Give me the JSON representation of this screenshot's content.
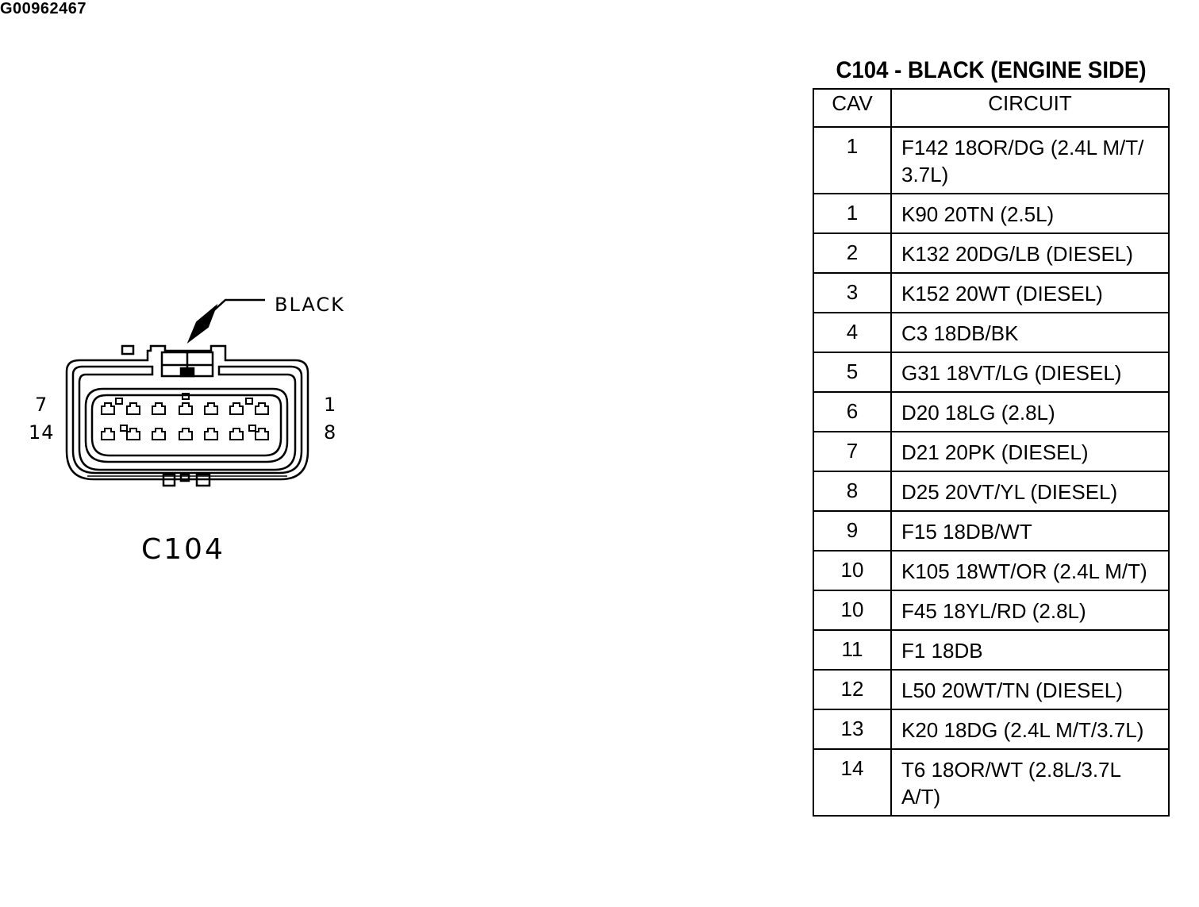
{
  "connector": {
    "color_label": "BLACK",
    "pin_labels": {
      "top_left": "7",
      "bottom_left": "14",
      "top_right": "1",
      "bottom_right": "8"
    },
    "name": "C104"
  },
  "table": {
    "title": "C104 - BLACK (ENGINE SIDE)",
    "headers": {
      "cav": "CAV",
      "circuit": "CIRCUIT"
    },
    "rows": [
      {
        "cav": "1",
        "circuit": "F142 18OR/DG (2.4L M/T/ 3.7L)"
      },
      {
        "cav": "1",
        "circuit": "K90 20TN (2.5L)"
      },
      {
        "cav": "2",
        "circuit": "K132 20DG/LB (DIESEL)"
      },
      {
        "cav": "3",
        "circuit": "K152 20WT (DIESEL)"
      },
      {
        "cav": "4",
        "circuit": "C3 18DB/BK"
      },
      {
        "cav": "5",
        "circuit": "G31 18VT/LG (DIESEL)"
      },
      {
        "cav": "6",
        "circuit": "D20 18LG (2.8L)"
      },
      {
        "cav": "7",
        "circuit": "D21 20PK (DIESEL)"
      },
      {
        "cav": "8",
        "circuit": "D25 20VT/YL (DIESEL)"
      },
      {
        "cav": "9",
        "circuit": "F15 18DB/WT"
      },
      {
        "cav": "10",
        "circuit": "K105 18WT/OR (2.4L M/T)"
      },
      {
        "cav": "10",
        "circuit": "F45 18YL/RD (2.8L)"
      },
      {
        "cav": "11",
        "circuit": "F1 18DB"
      },
      {
        "cav": "12",
        "circuit": "L50 20WT/TN (DIESEL)"
      },
      {
        "cav": "13",
        "circuit": "K20 18DG (2.4L M/T/3.7L)"
      },
      {
        "cav": "14",
        "circuit": "T6 18OR/WT (2.8L/3.7L A/T)"
      }
    ]
  },
  "figure_id": "G00962467"
}
